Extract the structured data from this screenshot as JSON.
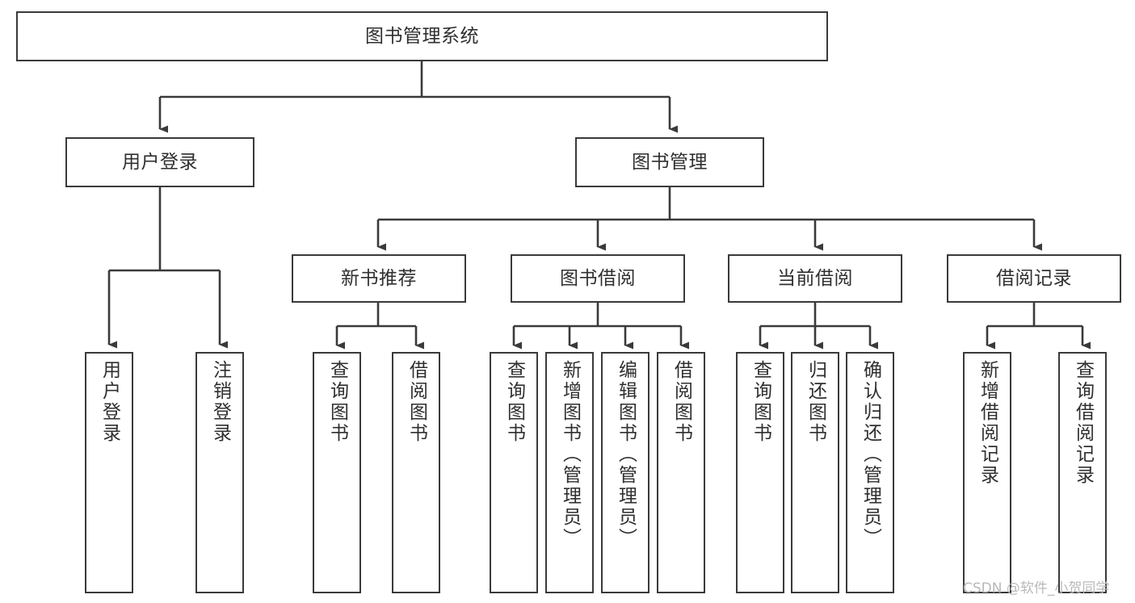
{
  "diagram": {
    "title": "图书管理系统",
    "type": "tree-hierarchy",
    "watermark": "CSDN @软件_小贺同学",
    "colors": {
      "box_border": "#3a3a3a",
      "box_fill": "#ffffff",
      "edge": "#3a3a3a",
      "text": "#2f2f2f",
      "watermark": "#b9b9b9",
      "background": "#ffffff"
    },
    "nodes": {
      "root": {
        "label": "图书管理系统"
      },
      "level2": [
        {
          "id": "user-login",
          "label": "用户登录"
        },
        {
          "id": "book-manage",
          "label": "图书管理"
        }
      ],
      "level3": [
        {
          "id": "new-book-recommend",
          "label": "新书推荐"
        },
        {
          "id": "book-borrow",
          "label": "图书借阅"
        },
        {
          "id": "current-borrow",
          "label": "当前借阅"
        },
        {
          "id": "borrow-record",
          "label": "借阅记录"
        }
      ],
      "leaves": {
        "user-login": [
          {
            "id": "leaf-user-login",
            "label": "用户登录"
          },
          {
            "id": "leaf-user-logout",
            "label": "注销登录"
          }
        ],
        "new-book-recommend": [
          {
            "id": "leaf-query-book-1",
            "label": "查询图书"
          },
          {
            "id": "leaf-borrow-book-1",
            "label": "借阅图书"
          }
        ],
        "book-borrow": [
          {
            "id": "leaf-query-book-2",
            "label": "查询图书"
          },
          {
            "id": "leaf-add-book",
            "label": "新增图书（管理员）"
          },
          {
            "id": "leaf-edit-book",
            "label": "编辑图书（管理员）"
          },
          {
            "id": "leaf-borrow-book-2",
            "label": "借阅图书"
          }
        ],
        "current-borrow": [
          {
            "id": "leaf-query-book-3",
            "label": "查询图书"
          },
          {
            "id": "leaf-return-book",
            "label": "归还图书"
          },
          {
            "id": "leaf-confirm-return",
            "label": "确认归还（管理员）"
          }
        ],
        "borrow-record": [
          {
            "id": "leaf-add-record",
            "label": "新增借阅记录"
          },
          {
            "id": "leaf-query-record",
            "label": "查询借阅记录"
          }
        ]
      }
    }
  }
}
